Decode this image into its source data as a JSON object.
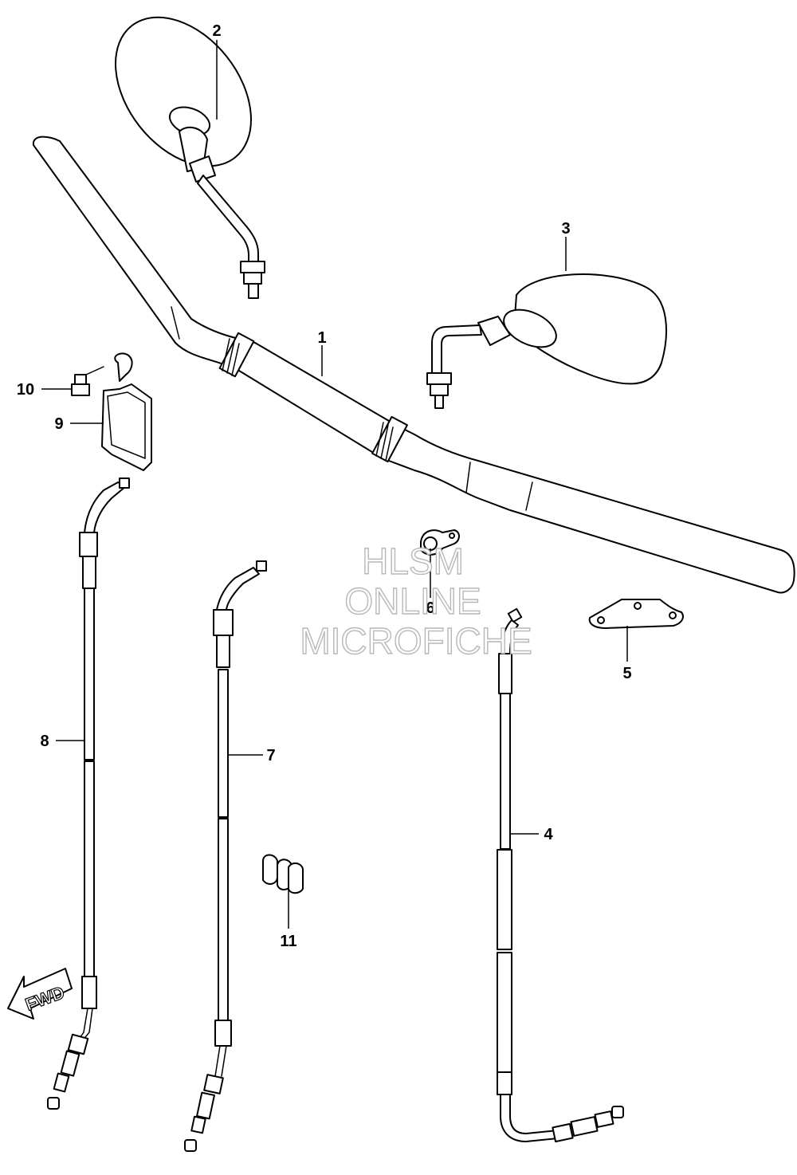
{
  "watermark": {
    "line1": "HLSM",
    "line2": "ONLINE",
    "line3": "MICROFICHE"
  },
  "fwd_label": "FWD",
  "callouts": {
    "c1": "1",
    "c2": "2",
    "c3": "3",
    "c4": "4",
    "c5": "5",
    "c6": "6",
    "c7": "7",
    "c8": "8",
    "c9": "9",
    "c10": "10",
    "c11": "11"
  },
  "colors": {
    "line": "#000000",
    "background": "#ffffff",
    "watermark": "#b8b8b8"
  }
}
